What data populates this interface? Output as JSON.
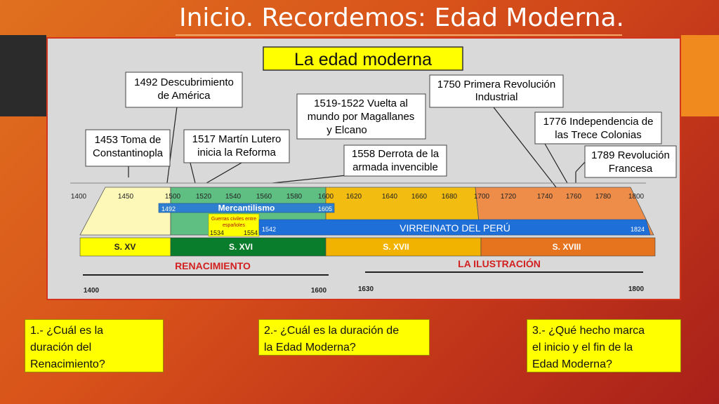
{
  "slide": {
    "title": "Inicio. Recordemos: Edad Moderna.",
    "colors": {
      "background_start": "#e0711f",
      "background_end": "#a8201a",
      "question_box": "#ffff00"
    }
  },
  "timeline": {
    "heading": "La edad moderna",
    "ticks": [
      "1400",
      "1450",
      "1500",
      "1520",
      "1540",
      "1560",
      "1580",
      "1600",
      "1620",
      "1640",
      "1660",
      "1680",
      "1700",
      "1720",
      "1740",
      "1760",
      "1780",
      "1800"
    ],
    "events": [
      {
        "line1": "1453 Toma de",
        "line2": "Constantinopla"
      },
      {
        "line1": "1492 Descubrimiento",
        "line2": "de América"
      },
      {
        "line1": "1517 Martín Lutero",
        "line2": "inicia la Reforma"
      },
      {
        "line1": "1519-1522 Vuelta al",
        "line2": "mundo por Magallanes",
        "line3": "y Elcano"
      },
      {
        "line1": "1558 Derrota de la",
        "line2": "armada invencible"
      },
      {
        "line1": "1750 Primera Revolución",
        "line2": "Industrial"
      },
      {
        "line1": "1776 Independencia de",
        "line2": "las Trece Colonias"
      },
      {
        "line1": "1789 Revolución",
        "line2": "Francesa"
      }
    ],
    "mercantilismo": {
      "label": "Mercantilismo",
      "start": "1492",
      "end": "1605"
    },
    "guerras": {
      "line1": "Guerras civiles entre",
      "line2": "españoles",
      "start": "1534",
      "end": "1554"
    },
    "virreinato": {
      "label": "VIRREINATO DEL PERÚ",
      "start": "1542",
      "end": "1824"
    },
    "centuries": [
      "S. XV",
      "S. XVI",
      "S. XVII",
      "S. XVIII"
    ],
    "renacimiento": {
      "label": "RENACIMIENTO",
      "start": "1400",
      "end": "1600"
    },
    "ilustracion": {
      "label": "LA ILUSTRACIÓN",
      "start": "1630",
      "end": "1800"
    }
  },
  "questions": [
    {
      "line1": "1.- ¿Cuál es la",
      "line2": "duración del",
      "line3": "Renacimiento?"
    },
    {
      "line1": "2.- ¿Cuál es la duración de",
      "line2": "la Edad Moderna?"
    },
    {
      "line1": "3.- ¿Qué hecho marca",
      "line2": "el inicio y el fin de la",
      "line3": "Edad Moderna?"
    }
  ]
}
